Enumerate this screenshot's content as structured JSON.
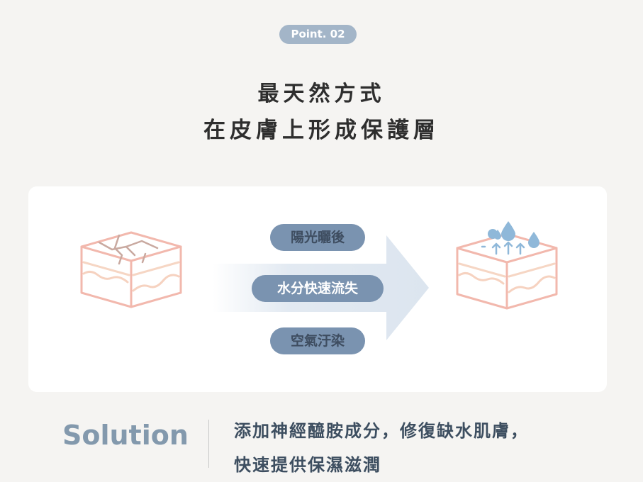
{
  "badge": {
    "label": "Point. 02"
  },
  "title": {
    "line1": "最天然方式",
    "line2": "在皮膚上形成保護層"
  },
  "diagram": {
    "left_icon": "dry-cracked-skin-icon",
    "right_icon": "hydrated-skin-icon",
    "arrow_icon": "right-arrow-icon",
    "pills": [
      {
        "label": "陽光曬後"
      },
      {
        "label": "水分快速流失"
      },
      {
        "label": "空氣汙染"
      }
    ]
  },
  "solution": {
    "heading": "Solution",
    "line1": "添加神經醯胺成分，修復缺水肌膚，",
    "line2": "快速提供保濕滋潤"
  },
  "colors": {
    "background": "#f5f4f2",
    "badge": "#a3b5c8",
    "pill": "#7a93b0",
    "skin_outline": "#f2b8ad",
    "water": "#8fb8d9",
    "solution_heading": "#8399ad",
    "solution_text": "#3d4e60"
  }
}
